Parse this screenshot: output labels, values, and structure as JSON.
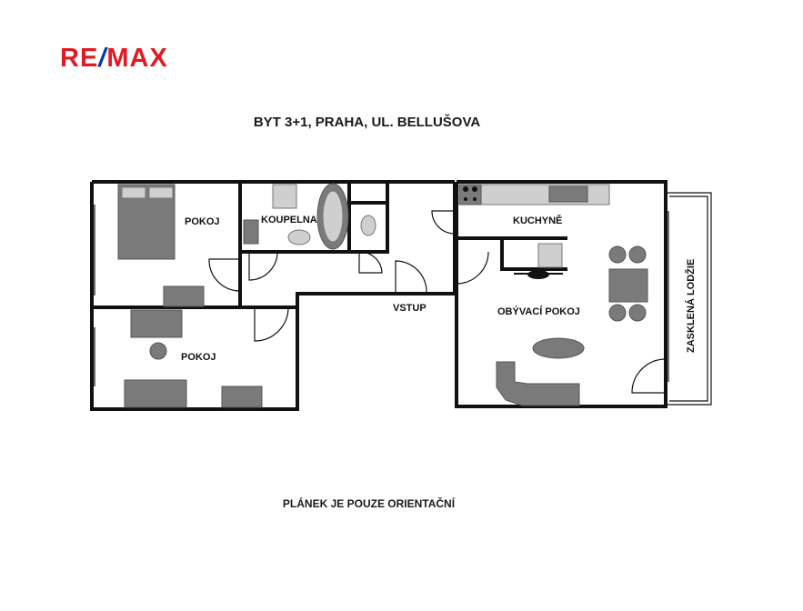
{
  "logo": {
    "text_re": "RE",
    "text_slash": "/",
    "text_max": "MAX"
  },
  "title": "BYT 3+1, PRAHA, UL. BELLUŠOVA",
  "footer": "PLÁNEK JE POUZE ORIENTAČNÍ",
  "rooms": {
    "pokoj_top": "POKOJ",
    "koupelna": "KOUPELNA",
    "kuchyne": "KUCHYNĚ",
    "vstup": "VSTUP",
    "obyvaci_pokoj": "OBÝVACÍ POKOJ",
    "pokoj_bottom": "POKOJ",
    "lodzie": "ZASKLENÁ LODŽIE"
  },
  "colors": {
    "brand_red": "#e11b22",
    "brand_blue": "#003da5",
    "wall": "#111111",
    "furniture": "#7a7a7a"
  }
}
